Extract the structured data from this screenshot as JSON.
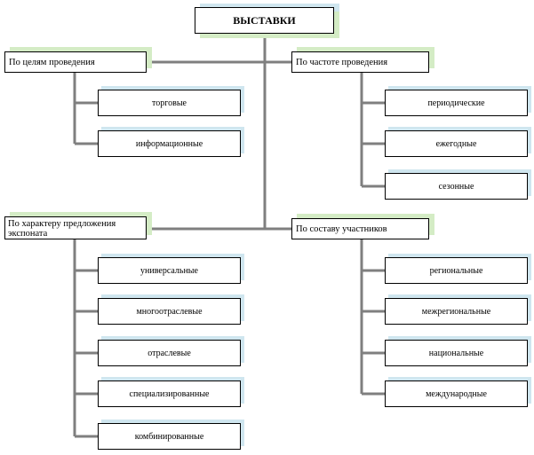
{
  "title": "ВЫСТАВКИ",
  "categories": {
    "goals": {
      "label": "По целям проведения",
      "items": [
        "торговые",
        "информационные"
      ]
    },
    "frequency": {
      "label": "По частоте проведения",
      "items": [
        "периодические",
        "ежегодные",
        "сезонные"
      ]
    },
    "exhibit_type": {
      "label": "По характеру предложения экспоната",
      "items": [
        "универсальные",
        "многоотраслевые",
        "отраслевые",
        "специализированные",
        "комбинированные"
      ]
    },
    "participants": {
      "label": "По составу участников",
      "items": [
        "региональные",
        "межрегиональные",
        "национальные",
        "международные"
      ]
    }
  },
  "colors": {
    "connector": "#7f7f7f",
    "shadow_green": "#d4ecc5",
    "shadow_blue": "#cfe6ef"
  }
}
